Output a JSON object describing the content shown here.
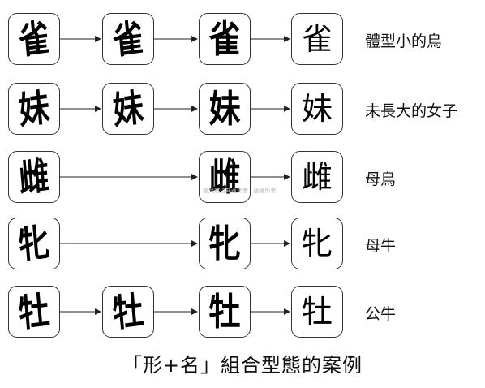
{
  "rows": [
    {
      "glyphs": [
        "雀",
        "雀",
        "雀"
      ],
      "modern": "雀",
      "label": "體型小的鳥"
    },
    {
      "glyphs": [
        "妹",
        "妹",
        "妹"
      ],
      "modern": "妹",
      "label": "未長大的女子"
    },
    {
      "glyphs": [
        "雌",
        "",
        "雌"
      ],
      "modern": "雌",
      "label": "母鳥"
    },
    {
      "glyphs": [
        "牝",
        "",
        "牝"
      ],
      "modern": "牝",
      "label": "母牛"
    },
    {
      "glyphs": [
        "牡",
        "牡",
        "牡"
      ],
      "modern": "牡",
      "label": "公牛"
    }
  ],
  "caption": "「形+名」組合型態的案例",
  "watermark": "臺灣數位典藏計畫 · 版權所有",
  "colors": {
    "stroke": "#333333",
    "glyph": "#000000"
  }
}
